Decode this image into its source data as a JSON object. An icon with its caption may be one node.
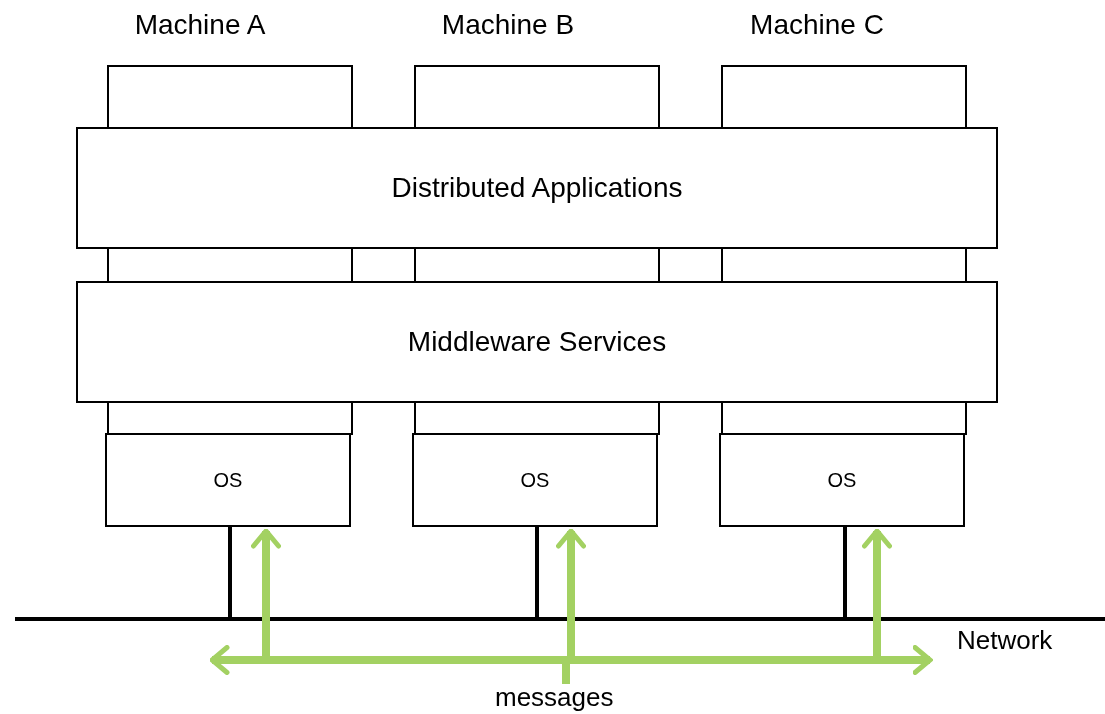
{
  "diagram": {
    "nodes": [
      {
        "text": [
          "Machine A"
        ]
      },
      {
        "text": [
          "OS"
        ],
        "in": 0
      },
      {
        "text": [
          "Machine B"
        ]
      },
      {
        "text": [
          "OS"
        ],
        "in": 2
      },
      {
        "text": [
          "Machine C"
        ]
      },
      {
        "text": [
          "OS"
        ],
        "in": 4
      },
      {
        "text": [
          "Distributed Applications"
        ]
      },
      {
        "text": [
          "Middleware Services"
        ]
      },
      {
        "text": [],
        "shape": "bar",
        "beside": [
          "Network"
        ]
      },
      {
        "text": [
          "messages"
        ]
      }
    ],
    "edges": [
      {
        "from": 1,
        "to": 8,
        "arrow": "none"
      },
      {
        "from": 3,
        "to": 8,
        "arrow": "none"
      },
      {
        "from": 5,
        "to": 8,
        "arrow": "none"
      },
      {
        "from": 9,
        "to": 1,
        "arrow": "to",
        "style": "thick",
        "color": "#a3d162"
      },
      {
        "from": 9,
        "to": 3,
        "arrow": "to",
        "style": "thick",
        "color": "#a3d162"
      },
      {
        "from": 9,
        "to": 5,
        "arrow": "to",
        "style": "thick",
        "color": "#a3d162"
      }
    ]
  }
}
